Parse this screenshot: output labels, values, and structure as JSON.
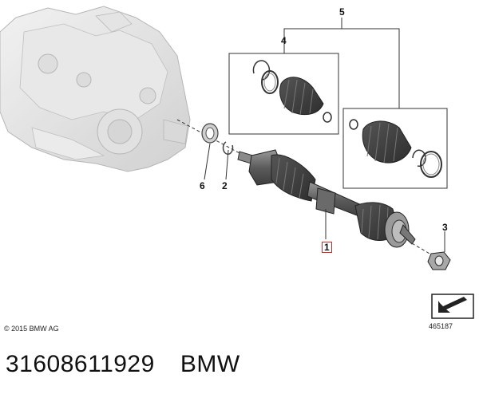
{
  "callouts": {
    "c1": "1",
    "c2": "2",
    "c3": "3",
    "c4": "4",
    "c5": "5",
    "c6": "6"
  },
  "copyright": "© 2015 BMW AG",
  "diagram_number": "465187",
  "caption": {
    "part_number": "31608611929",
    "brand": "BMW"
  },
  "colors": {
    "highlight_box": "#dd2222",
    "part_gray": "#6b6b6b",
    "line": "#333333"
  }
}
